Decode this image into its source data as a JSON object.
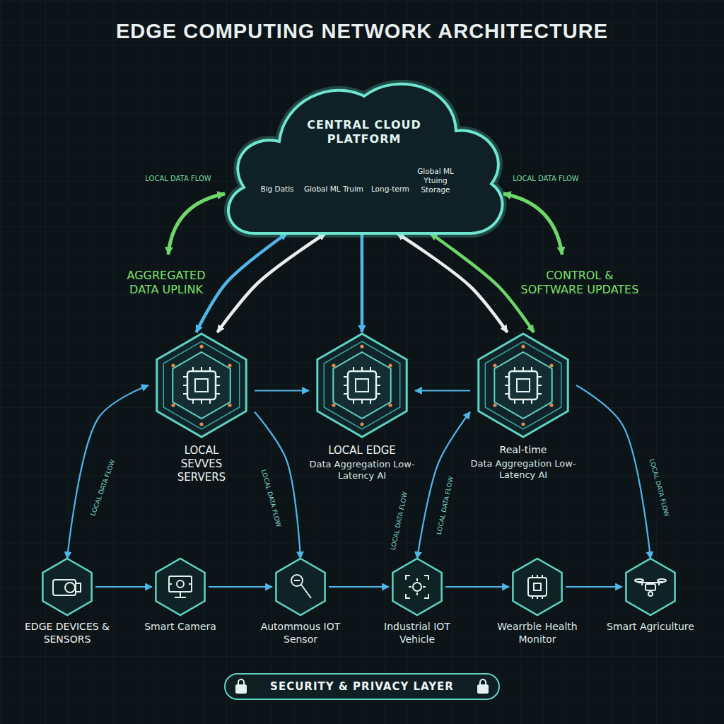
{
  "diagram": {
    "title": "EDGE COMPUTING NETWORK ARCHITECTURE",
    "nodes": [
      {
        "text": [
          "CENTRAL CLOUD PLATFORM"
        ]
      },
      {
        "text": [
          "LOCAL SEVVES SERVERS"
        ]
      },
      {
        "text": [
          "LOCAL EDGE",
          "Data Aggregation Low-Latency AI"
        ]
      },
      {
        "text": [
          "Real-time",
          "Data Aggregation Low-Latency AI"
        ]
      },
      {
        "text": [
          "EDGE DEVICES & SENSORS"
        ]
      },
      {
        "text": [
          "Smart Camera"
        ]
      },
      {
        "text": [
          "Autommous IOT Sensor"
        ]
      },
      {
        "text": [
          "Industrial IOT Vehicle"
        ]
      },
      {
        "text": [
          "Wearrble Health Monitor"
        ]
      },
      {
        "text": [
          "Smart Agriculture"
        ]
      },
      {
        "text": [
          "SECURITY & PRIVACY LAYER"
        ]
      }
    ],
    "edges": [
      {
        "from": 1,
        "to": 0,
        "arrow": "both"
      },
      {
        "from": 1,
        "to": 0,
        "arrow": "both"
      },
      {
        "from": 0,
        "to": 2,
        "arrow": "to"
      },
      {
        "from": 3,
        "to": 0,
        "arrow": "both"
      },
      {
        "from": 3,
        "to": 0,
        "arrow": "both"
      },
      {
        "from": 1,
        "to": 2,
        "arrow": "to"
      },
      {
        "from": 3,
        "to": 2,
        "arrow": "to"
      },
      {
        "from": 1,
        "to": 4,
        "label": "LOCAL DATA FLOW",
        "arrow": "both"
      },
      {
        "from": 1,
        "to": 6,
        "label": "LOCAL DATA FLOW",
        "arrow": "to"
      },
      {
        "from": 3,
        "to": 7,
        "label": "LOCAL DATA FLOW",
        "arrow": "both"
      },
      {
        "from": 3,
        "to": 9,
        "label": "LOCAL DATA FLOW",
        "arrow": "to"
      },
      {
        "from": 4,
        "to": 5,
        "arrow": "to"
      },
      {
        "from": 5,
        "to": 6,
        "arrow": "to"
      },
      {
        "from": 6,
        "to": 7,
        "arrow": "to"
      },
      {
        "from": 7,
        "to": 8,
        "arrow": "to"
      },
      {
        "from": 8,
        "to": 9,
        "arrow": "to"
      }
    ],
    "labels": [
      "LOCAL DATA FLOW",
      "LOCAL DATA FLOW",
      "AGGREGATED DATA UPLINK",
      "CONTROL & SOFTWARE UPDATES",
      "Big Datis",
      "Global ML Truim",
      "Long-term",
      "Global ML Ytuing Storage",
      "LOCAL DATA FLOW"
    ]
  }
}
